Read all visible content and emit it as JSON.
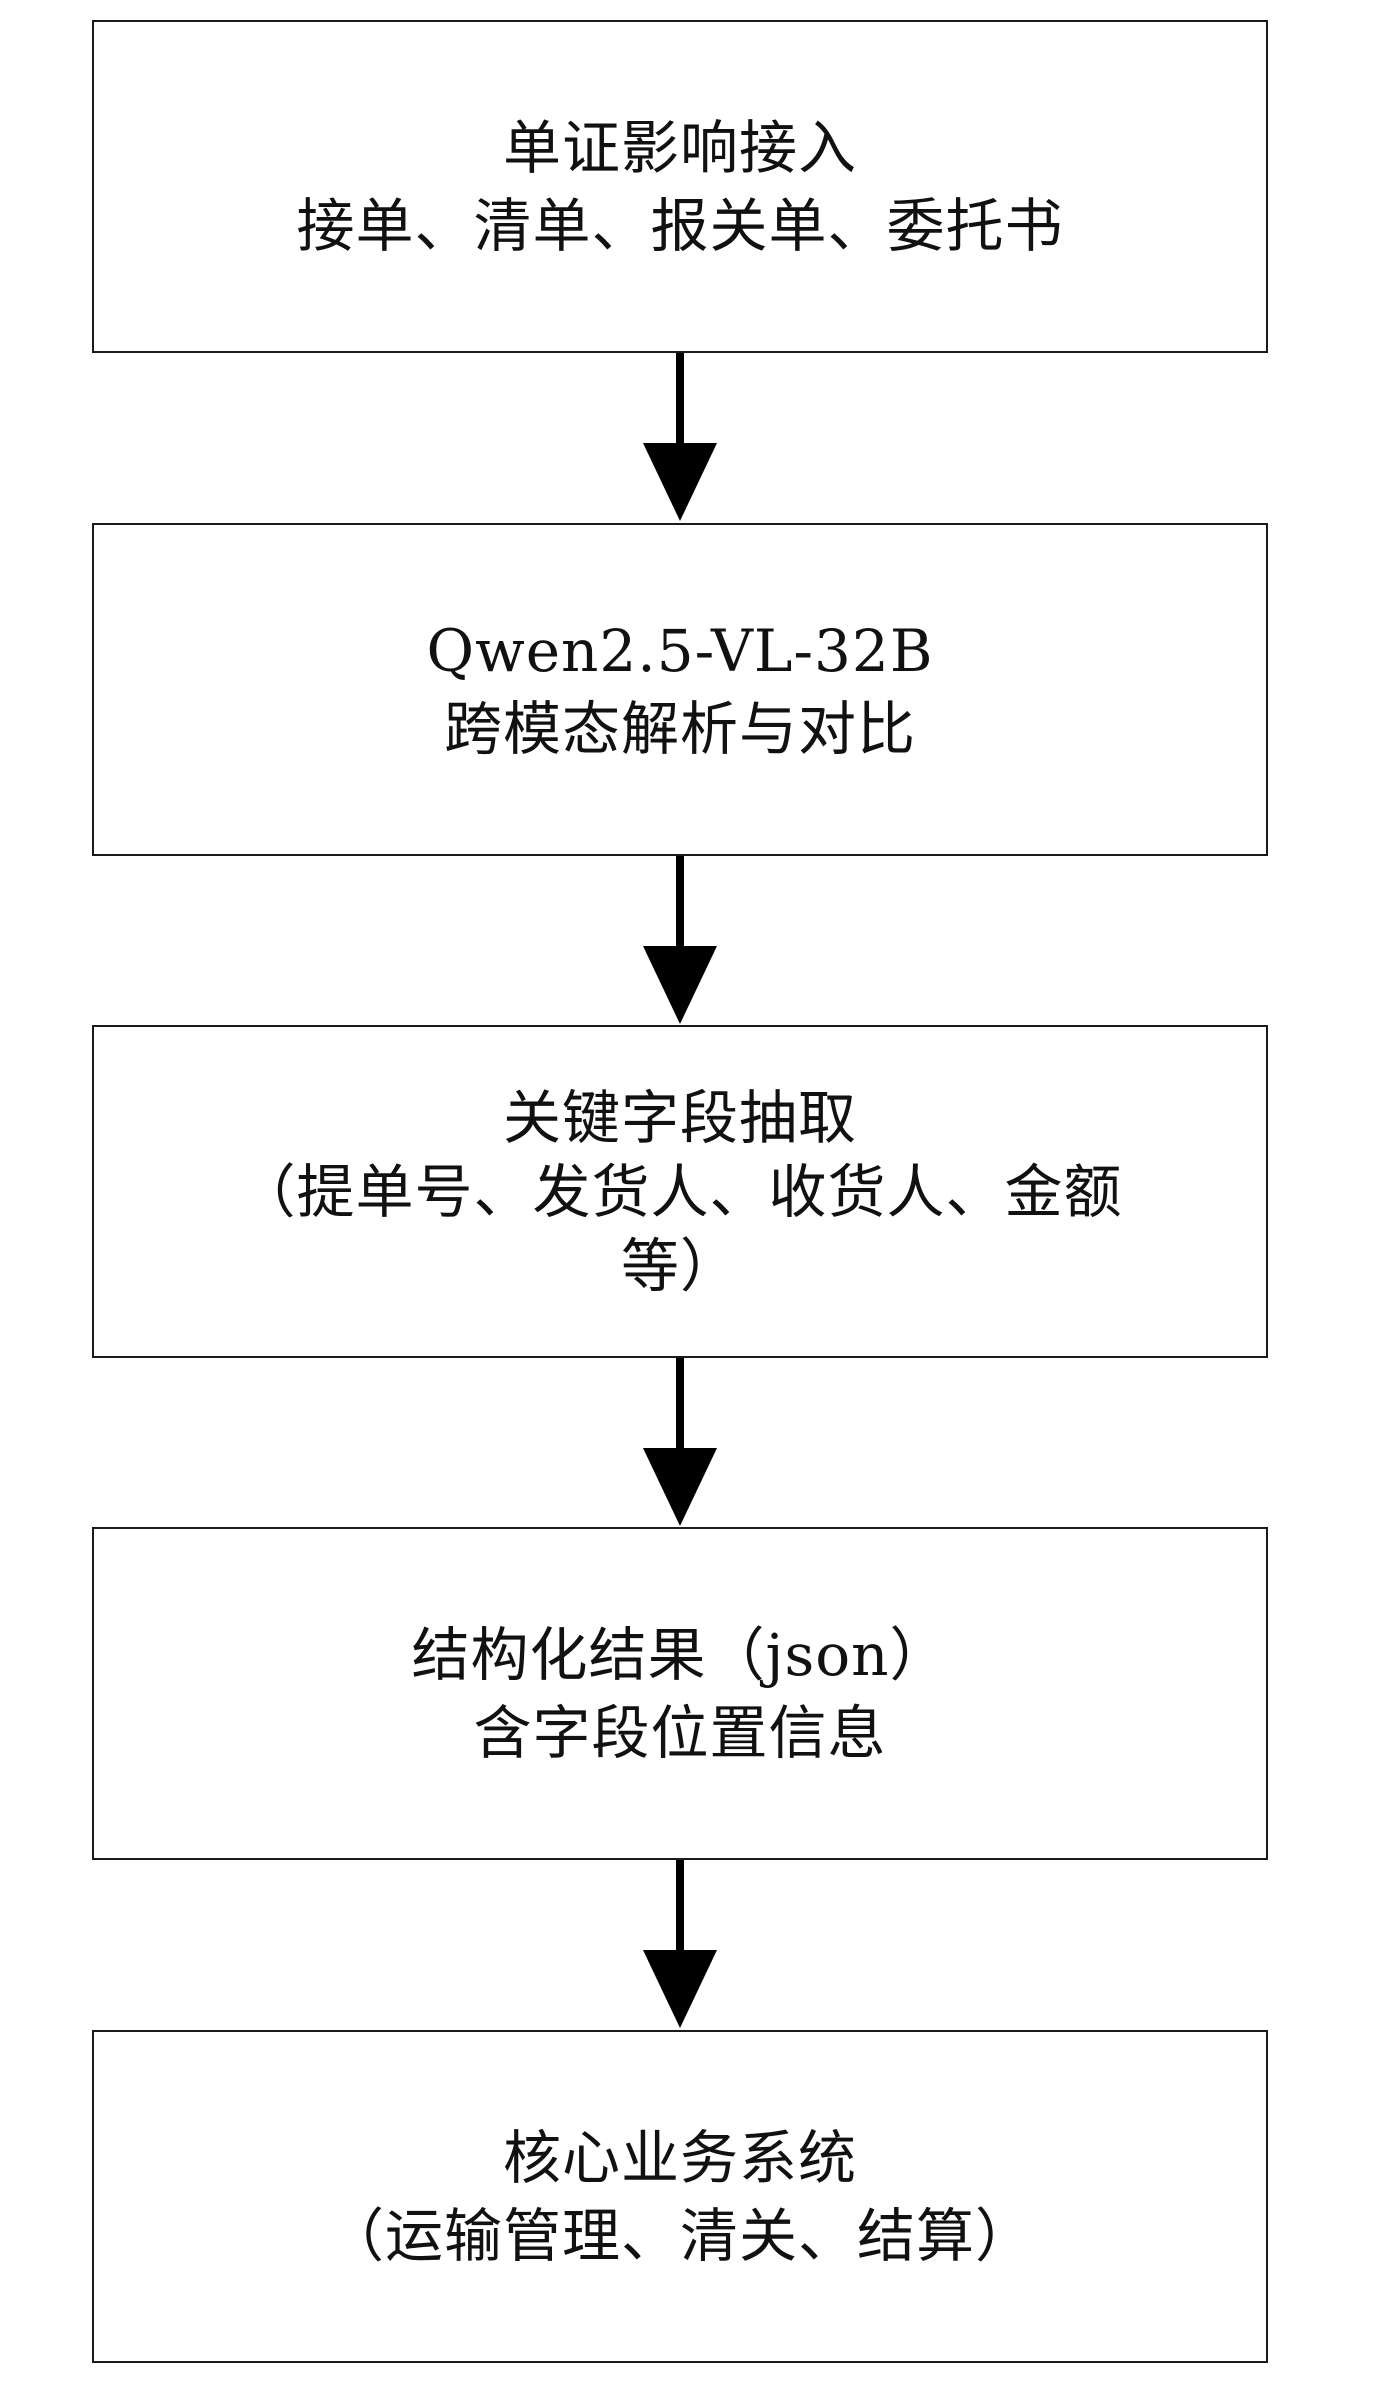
{
  "boxes": [
    {
      "lines": [
        "单证影响接入",
        "接单、清单、报关单、委托书"
      ]
    },
    {
      "lines": [
        "Qwen2.5-VL-32B",
        "跨模态解析与对比"
      ]
    },
    {
      "lines": [
        "关键字段抽取",
        "（提单号、发货人、收货人、金额",
        "等）"
      ]
    },
    {
      "lines": [
        "结构化结果（json）",
        "含字段位置信息"
      ]
    },
    {
      "lines": [
        "核心业务系统",
        "（运输管理、清关、结算）"
      ]
    }
  ],
  "colors": {
    "stroke": "#1a1a1a",
    "arrow": "#000000",
    "background": "#ffffff"
  }
}
